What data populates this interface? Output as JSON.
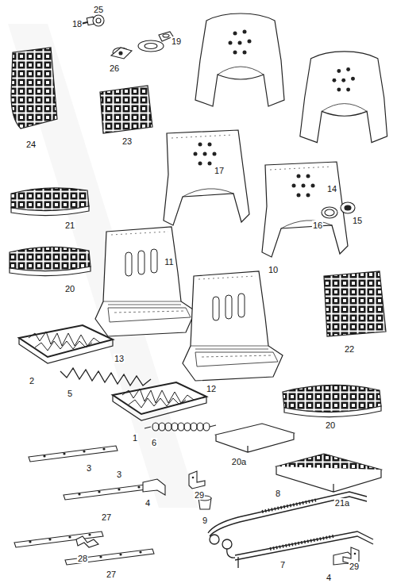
{
  "diagram": {
    "labels": [
      "18",
      "25",
      "19",
      "26",
      "17",
      "14",
      "24",
      "23",
      "21",
      "16",
      "15",
      "11",
      "10",
      "20",
      "22",
      "13",
      "12",
      "2",
      "5",
      "1",
      "20",
      "6",
      "3",
      "20a",
      "29",
      "21a",
      "3",
      "4",
      "9",
      "8",
      "27",
      "28",
      "7",
      "27",
      "29",
      "4"
    ]
  }
}
